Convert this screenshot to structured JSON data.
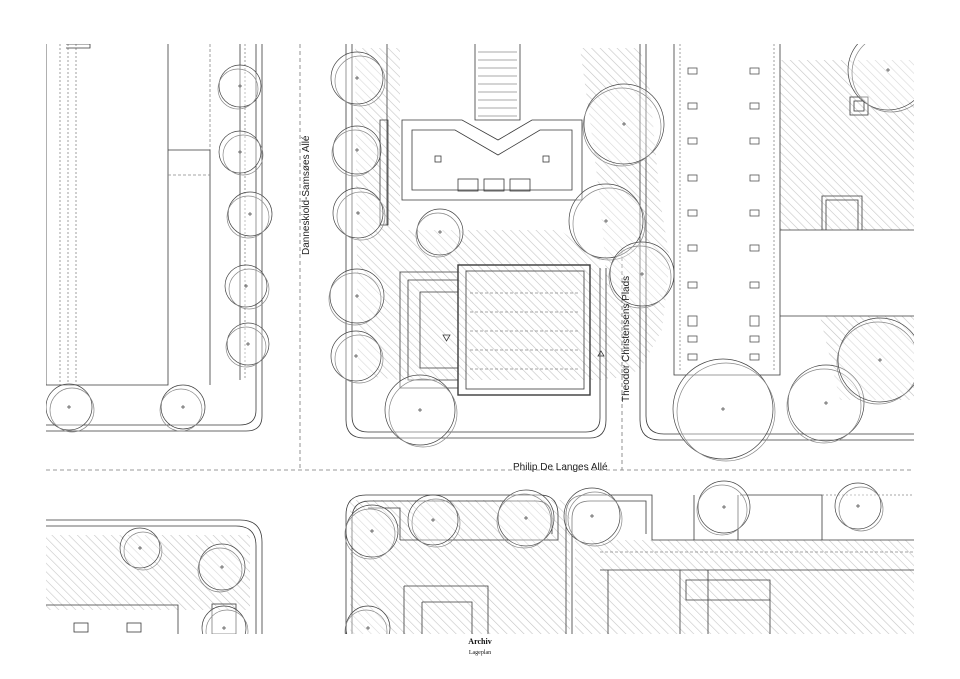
{
  "streets": {
    "north_south": "Danneskiold-Samsøes Allé",
    "east_west": "Philip  De Langes Allé",
    "diagonal": "Theodor Christensens Plads"
  },
  "caption": {
    "title": "Archiv",
    "subtitle": "Lageplan"
  },
  "colors": {
    "line": "#3a3a3a",
    "hatch": "#bdbdbd",
    "background": "#ffffff"
  }
}
